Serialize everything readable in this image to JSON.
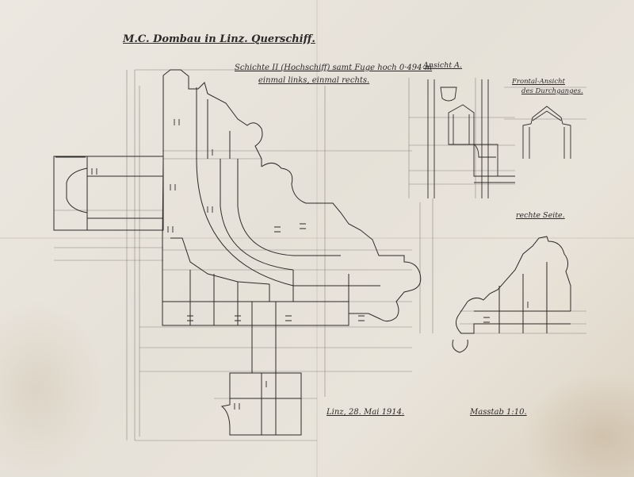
{
  "drawing": {
    "title": "M.C. Dombau in Linz. Querschiff.",
    "layer_caption": "Schichte II (Hochschiff) samt Fuge hoch 0·494 m",
    "sides_caption": "einmal links, einmal rechts.",
    "view_a_caption": "Ansicht A.",
    "frontal_caption_line1": "Frontal-Ansicht",
    "frontal_caption_line2": "des Durchganges.",
    "right_side_caption": "rechte Seite.",
    "date_caption": "Linz, 28. Mai 1914.",
    "scale_caption": "Masstab 1:10."
  },
  "colors": {
    "paper": "#e9e4dc",
    "ink": "#2b2a28",
    "construction_line": "#8a8680"
  }
}
